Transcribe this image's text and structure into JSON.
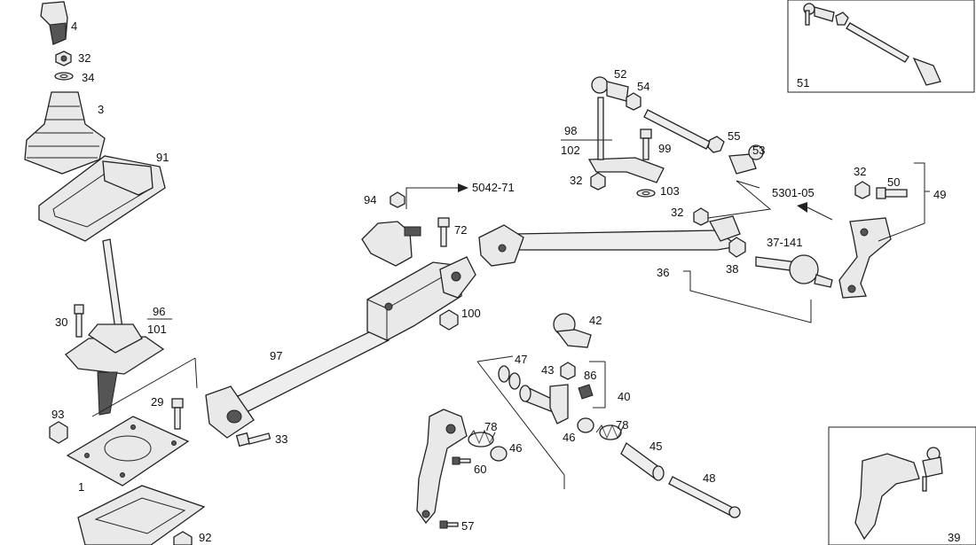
{
  "labels": {
    "l4": "4",
    "l32a": "32",
    "l34": "34",
    "l3": "3",
    "l91": "91",
    "l30": "30",
    "l96": "96",
    "l101": "101",
    "l93": "93",
    "l29": "29",
    "l1": "1",
    "l92": "92",
    "l97": "97",
    "l33": "33",
    "l94": "94",
    "l5042": "5042-71",
    "l72": "72",
    "l100": "100",
    "l98": "98",
    "l102": "102",
    "l32b": "32",
    "l99": "99",
    "l103": "103",
    "l52": "52",
    "l54": "54",
    "l55": "55",
    "l53": "53",
    "l32c": "32",
    "l5301": "5301-05",
    "l32d": "32",
    "l50": "50",
    "l49": "49",
    "l37141": "37-141",
    "l38": "38",
    "l36": "36",
    "l51": "51",
    "l42": "42",
    "l47": "47",
    "l43": "43",
    "l86": "86",
    "l40": "40",
    "l78a": "78",
    "l46a": "46",
    "l60": "60",
    "l57": "57",
    "l46b": "46",
    "l78b": "78",
    "l45": "45",
    "l48": "48",
    "l39": "39"
  }
}
